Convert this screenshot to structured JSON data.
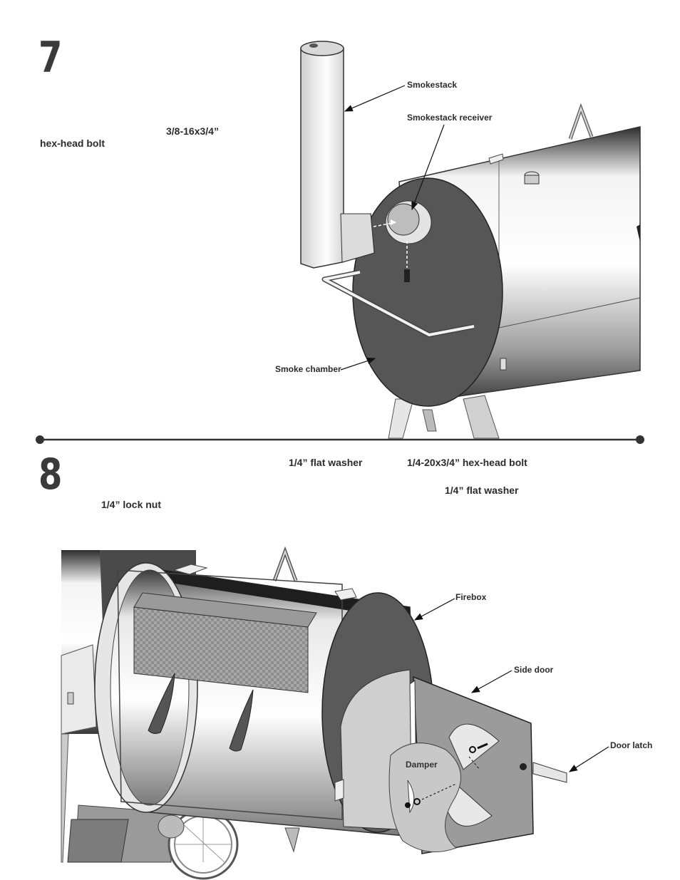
{
  "step7": {
    "number": "7",
    "bolt_size": "3/8-16x3/4”",
    "bolt_type": "hex-head bolt",
    "callouts": {
      "smokestack": "Smokestack",
      "receiver": "Smokestack receiver",
      "chamber": "Smoke chamber"
    }
  },
  "step8": {
    "number": "8",
    "washer_left": "1/4” flat washer",
    "bolt": "1/4-20x3/4” hex-head bolt",
    "washer_right": "1/4” flat washer",
    "lock_nut": "1/4” lock nut",
    "callouts": {
      "firebox": "Firebox",
      "side_door": "Side door",
      "door_latch": "Door latch",
      "damper": "Damper"
    }
  }
}
